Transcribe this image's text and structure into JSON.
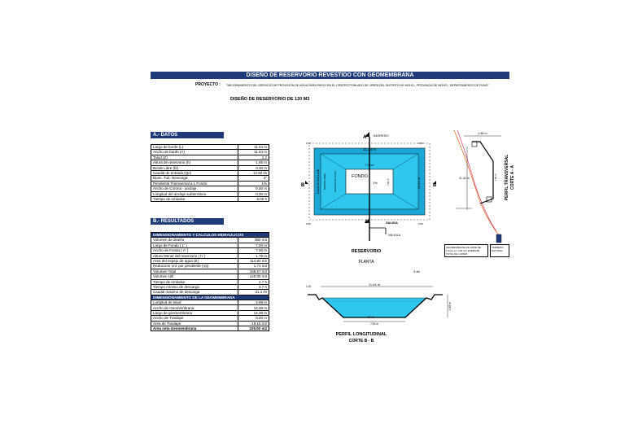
{
  "header": {
    "title": "DISEÑO DE RESERVORIO REVESTIDO CON GEOMEMBRANA",
    "project_label": "PROYECTO :",
    "project_text": "\"MEJORAMIENTO DEL SERVICIO DE PROVISIÓN DE AGUA PARA RIEGO EN EL CENTRO POBLADO DE JIPATA DEL DISTRITO DE MOHO - PROVINCIA DE MOHO - DEPARTAMENTO DE PUNO\"",
    "subtitle": "DISEÑO DE RESERVORIO DE 120 M3"
  },
  "datos": {
    "heading": "A.- DATOS",
    "rows": [
      {
        "label": "Largo de borde (L)",
        "value": "11.44 m"
      },
      {
        "label": "Ancho de borde (A)",
        "value": "11.44 m"
      },
      {
        "label": "Talud (Z)",
        "value": "1.2"
      },
      {
        "label": "Altura de reservorio (h)",
        "value": "1.85 m"
      },
      {
        "label": "Borde Libre (bl)",
        "value": "0.30 m"
      },
      {
        "label": "Caudal de entrada (Qe)",
        "value": "12.50 l/s"
      },
      {
        "label": "Diam. Tub. Descarga",
        "value": "4\""
      },
      {
        "label": "Pendiente Transversal a L Fondo",
        "value": "1%"
      },
      {
        "label": "Ancho de Corona - anclaje",
        "value": "0.30 m"
      },
      {
        "label": "Longitud del anclaje subterráneo",
        "value": "0.30 m"
      },
      {
        "label": "Tiempo de embalse",
        "value": "8.00 h"
      }
    ]
  },
  "resultados": {
    "heading": "B.- RESULTADOS",
    "hidraulicos_heading": "DIMENSIONAMIENTO Y CALCULOS HIDRAULICOS",
    "hidraulicos": [
      {
        "label": "Volumen de diseño",
        "value": "360 m3"
      },
      {
        "label": "Largo de Fondo ( L' )",
        "value": "7.00 m"
      },
      {
        "label": "Ancho de Fondo ( A' )",
        "value": "7.00 m"
      },
      {
        "label": "Altura Menor del reservorio ( h' )",
        "value": "1.78 m"
      },
      {
        "label": "Area del espejo de agua (E)",
        "value": "114.82 m2"
      },
      {
        "label": "Reduccion Vol. por pendiente (Vp)",
        "value": "1.74 m3"
      },
      {
        "label": "Volumen Total",
        "value": "158.57 m3"
      },
      {
        "label": "Volumen Util",
        "value": "120.00 m3"
      },
      {
        "label": "Tiempo de embalse",
        "value": "2.7 h"
      },
      {
        "label": "Tiempo mínimo de descarga",
        "value": "3.7 h"
      },
      {
        "label": "Caudal maximo de descarga",
        "value": "31.1 l/s"
      }
    ],
    "geomembrana_heading": "DIMENSIONAMIENTO DE LA GEOMEMBRANA",
    "geomembrana": [
      {
        "label": "Longitud de talud",
        "value": "2.89 m"
      },
      {
        "label": "Ancho de Geomembrana",
        "value": "14.38 m"
      },
      {
        "label": "Largo de geomembrana",
        "value": "14.38 m"
      },
      {
        "label": "Ancho de Traslape",
        "value": "0.20 m"
      },
      {
        "label": "Area de Traslape",
        "value": "19.15 m2"
      },
      {
        "label": "Area neta Geomembrana",
        "value": "225.92 m2"
      }
    ]
  },
  "plan": {
    "a_top": "A",
    "a_bottom": "A",
    "b_left": "B",
    "b_right": "B",
    "ingreso": "INGRESO",
    "salida": "SALIDA",
    "valvula": "VALVULA",
    "width_top": "11.44 m",
    "width_inner": "7.00 m",
    "height_right": "11.44 m",
    "height_inner": "7.00 m",
    "fondo": "FONDO",
    "slope": "1%",
    "caja_label": "CAJA DE ANCLAJE",
    "borde_label": "BORDE LIBRE",
    "espejo_label": "ESPEJO DE AGUA",
    "corner_tl": "0.50",
    "corner_tr": "0.50",
    "corner_bl": "0.50",
    "corner_br": "0.50",
    "title": "RESERVORIO",
    "subtitle": "PLANTA",
    "scale": "3.46"
  },
  "corte_aa": {
    "top_dim": "1.85 m",
    "left_dim": "11.44 m",
    "right_dim": "1.85 m",
    "title": "PERFIL TRANSVERSAL",
    "subtitle": "CORTE A - A",
    "note1": "GEOMEMBRANA DE HDPE DE 1.5mm e= 1.00 mm ESPESOR TOTAL DE 1.00MM",
    "note2": "TERRENO NATURAL"
  },
  "corte_bb": {
    "top_dim": "11.44 m",
    "left_dim": "1.00",
    "right_dim": "1.85 m",
    "bottom_dim": "7.00 m",
    "slope": "S/4-1",
    "title": "PERFIL LONGITUDINAL",
    "subtitle": "CORTE B - B"
  },
  "colors": {
    "navy": "#1f3a78",
    "water_light": "#2fc7ee",
    "water_dark": "#1aa6d6",
    "slope_orange": "#e8722a",
    "slope_pink": "#d02060"
  }
}
